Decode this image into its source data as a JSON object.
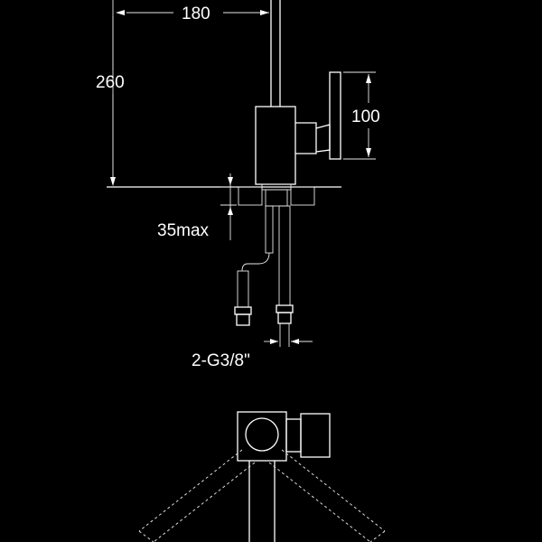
{
  "dimensions": {
    "spout_reach": "180",
    "overall_height": "260",
    "handle_height": "100",
    "max_deck_thickness": "35max",
    "connection": "2-G3/8\""
  }
}
